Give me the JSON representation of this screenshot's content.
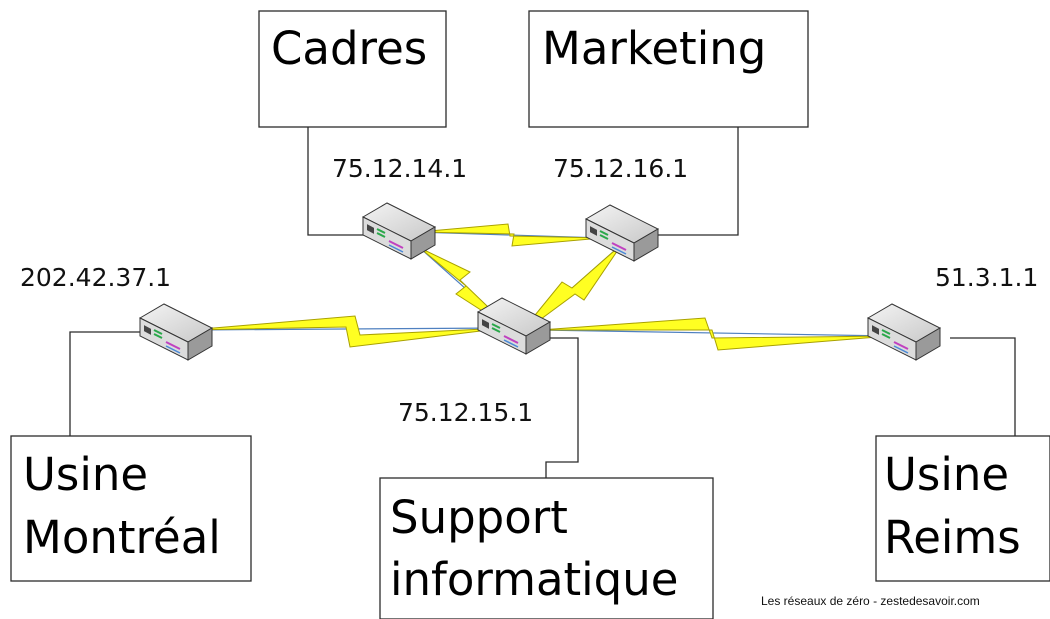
{
  "boxes": {
    "cadres": "Cadres",
    "marketing": "Marketing",
    "usine_montreal": [
      "Usine",
      "Montréal"
    ],
    "support": [
      "Support",
      "informatique"
    ],
    "usine_reims": [
      "Usine",
      "Reims"
    ]
  },
  "routers": {
    "cadres_ip": "75.12.14.1",
    "marketing_ip": "75.12.16.1",
    "montreal_ip": "202.42.37.1",
    "reims_ip": "51.3.1.1",
    "support_ip": "75.12.15.1"
  },
  "footer": {
    "credit": "Les réseaux de zéro - zestedesavoir.com"
  },
  "colors": {
    "link_bolt": "#ffff22",
    "link_line": "#4f80c0",
    "box_stroke": "#2b2b2b"
  },
  "icons": {
    "router": "router-icon",
    "wan_link": "lightning-link-icon"
  }
}
